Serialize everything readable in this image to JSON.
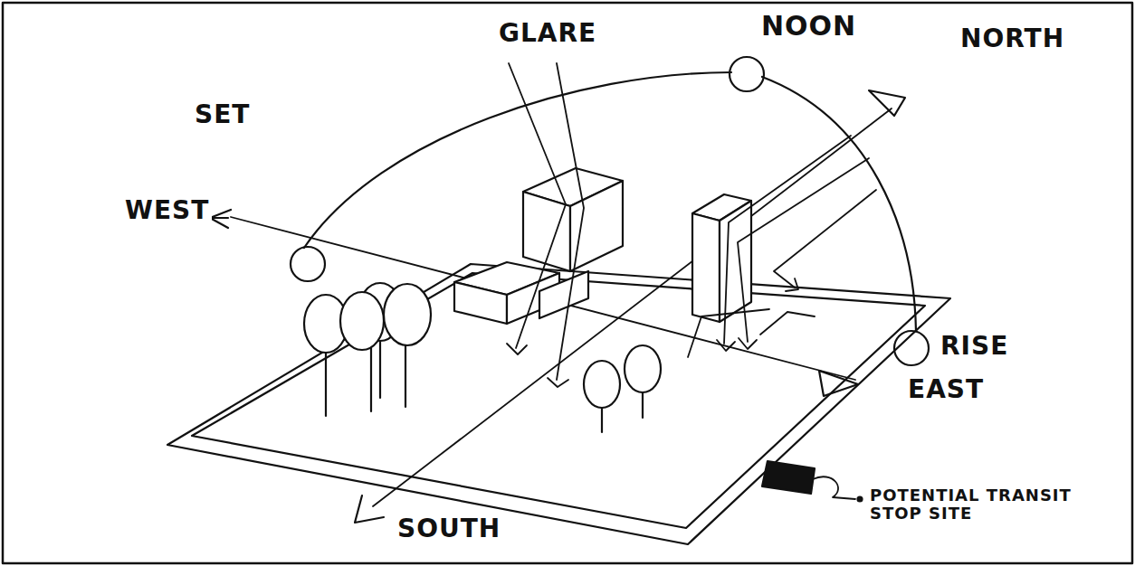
{
  "diagram": {
    "labels": [
      "NOON",
      "GLARE",
      "NORTH",
      "SET",
      "WEST",
      "RISE",
      "EAST",
      "SOUTH",
      "POTENTIAL TRANSIT STOP SITE"
    ]
  }
}
